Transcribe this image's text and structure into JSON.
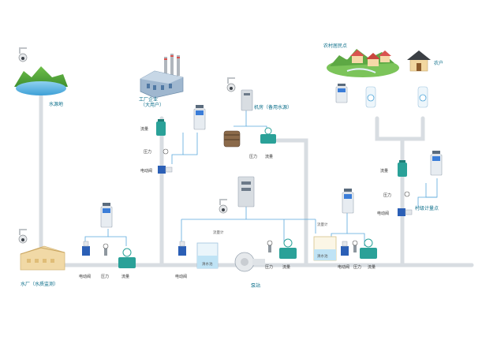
{
  "labels": {
    "water_source": "水源地",
    "water_plant": "水厂（水质监测）",
    "factory_line1": "工厂企业",
    "factory_line2": "（大用户）",
    "pump_room": "机房（备用水源）",
    "pump": "泵站",
    "village": "农村居民点",
    "farmer": "农户",
    "village_metering": "村级计量点",
    "flow_meter_tag": "流量计",
    "pool_tag": "清水池",
    "flowmeter": "流量",
    "pressure": "压力",
    "valve": "电动阀"
  },
  "colors": {
    "pipe": "#d8dde2",
    "pipe_blue": "#4aa3d8",
    "meter_teal": "#2aa198",
    "valve_blue": "#2b5fb6",
    "label_teal": "#0b6e8a",
    "cabinet_gray": "#c9cdd2"
  },
  "icons": [
    "camera-icon",
    "lake-icon",
    "factory-icon",
    "house-icon",
    "village-icon",
    "flowmeter-icon",
    "valve-icon",
    "pump-icon",
    "cabinet-icon",
    "rtu-icon",
    "pressure-gauge-icon",
    "water-meter-icon"
  ]
}
